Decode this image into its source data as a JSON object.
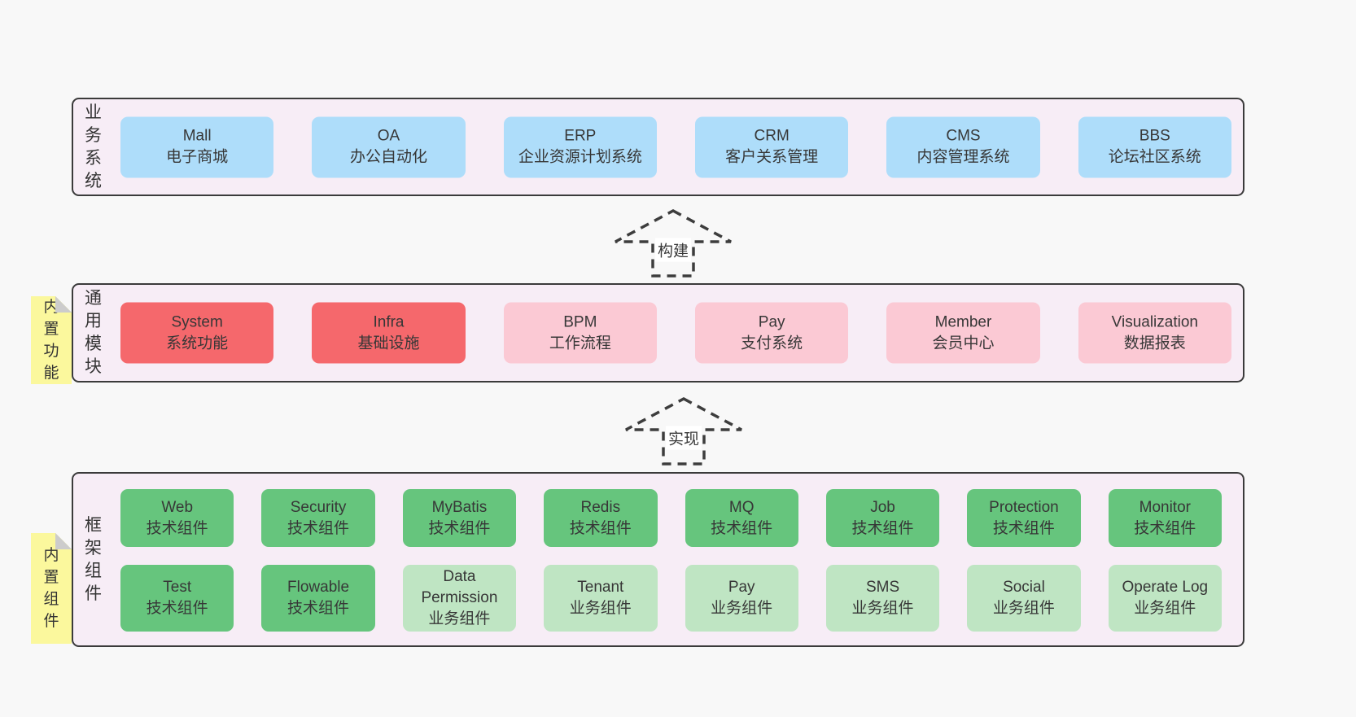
{
  "colors": {
    "page_bg": "#f8f8f8",
    "band_bg": "#f7edf6",
    "band_border": "#3b3b3b",
    "blue_box": "#aeddfa",
    "red_box": "#f5686c",
    "pink_box": "#fbc9d4",
    "green_box": "#66c57d",
    "light_green_box": "#bfe5c3",
    "sticky_bg": "#fbf89d",
    "sticky_fold": "#cccccc",
    "text": "#373737"
  },
  "business": {
    "label": "业务系统",
    "boxes": [
      {
        "name": "Mall",
        "desc": "电子商城"
      },
      {
        "name": "OA",
        "desc": "办公自动化"
      },
      {
        "name": "ERP",
        "desc": "企业资源计划系统"
      },
      {
        "name": "CRM",
        "desc": "客户关系管理"
      },
      {
        "name": "CMS",
        "desc": "内容管理系统"
      },
      {
        "name": "BBS",
        "desc": "论坛社区系统"
      }
    ]
  },
  "arrows": {
    "build": "构建",
    "implement": "实现"
  },
  "modules": {
    "label": "通用模块",
    "sticky": "内置功能",
    "boxes": [
      {
        "name": "System",
        "desc": "系统功能"
      },
      {
        "name": "Infra",
        "desc": "基础设施"
      },
      {
        "name": "BPM",
        "desc": "工作流程"
      },
      {
        "name": "Pay",
        "desc": "支付系统"
      },
      {
        "name": "Member",
        "desc": "会员中心"
      },
      {
        "name": "Visualization",
        "desc": "数据报表"
      }
    ]
  },
  "components": {
    "label": "框架组件",
    "sticky": "内置组件",
    "row1": [
      {
        "name": "Web",
        "desc": "技术组件"
      },
      {
        "name": "Security",
        "desc": "技术组件"
      },
      {
        "name": "MyBatis",
        "desc": "技术组件"
      },
      {
        "name": "Redis",
        "desc": "技术组件"
      },
      {
        "name": "MQ",
        "desc": "技术组件"
      },
      {
        "name": "Job",
        "desc": "技术组件"
      },
      {
        "name": "Protection",
        "desc": "技术组件"
      },
      {
        "name": "Monitor",
        "desc": "技术组件"
      }
    ],
    "row2": [
      {
        "name": "Test",
        "desc": "技术组件"
      },
      {
        "name": "Flowable",
        "desc": "技术组件"
      },
      {
        "name": "Data Permission",
        "desc": "业务组件"
      },
      {
        "name": "Tenant",
        "desc": "业务组件"
      },
      {
        "name": "Pay",
        "desc": "业务组件"
      },
      {
        "name": "SMS",
        "desc": "业务组件"
      },
      {
        "name": "Social",
        "desc": "业务组件"
      },
      {
        "name": "Operate Log",
        "desc": "业务组件"
      }
    ]
  }
}
